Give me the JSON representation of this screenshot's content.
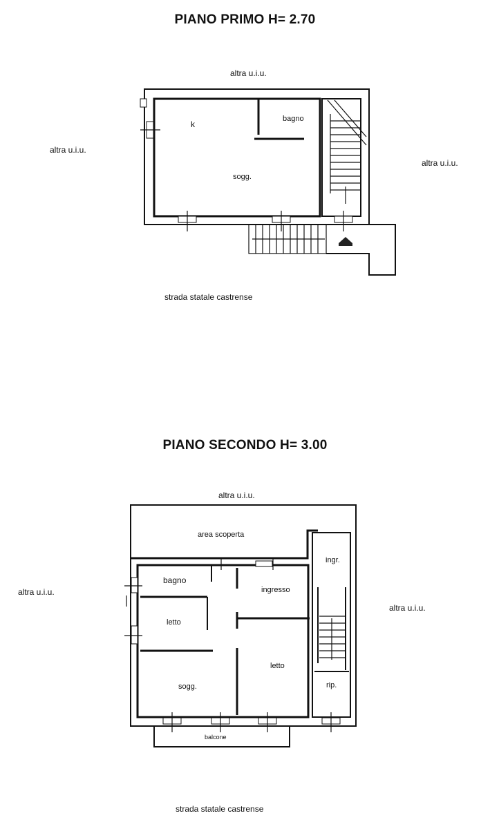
{
  "floor1": {
    "title": "PIANO PRIMO H= 2.70",
    "neighbor_top": "altra u.i.u.",
    "neighbor_left": "altra u.i.u.",
    "neighbor_right": "altra u.i.u.",
    "road": "strada statale castrense",
    "rooms": {
      "kitchen": "k",
      "bath": "bagno",
      "living": "sogg."
    }
  },
  "floor2": {
    "title": "PIANO SECONDO H= 3.00",
    "neighbor_top": "altra u.i.u.",
    "neighbor_left": "altra u.i.u.",
    "neighbor_right": "altra u.i.u.",
    "road": "strada statale castrense",
    "rooms": {
      "open_area": "area scoperta",
      "entry_small": "ingr.",
      "bath": "bagno",
      "entrance": "ingresso",
      "bedroom1": "letto",
      "bedroom2": "letto",
      "living": "sogg.",
      "storage": "rip.",
      "balcony": "balcone"
    }
  }
}
